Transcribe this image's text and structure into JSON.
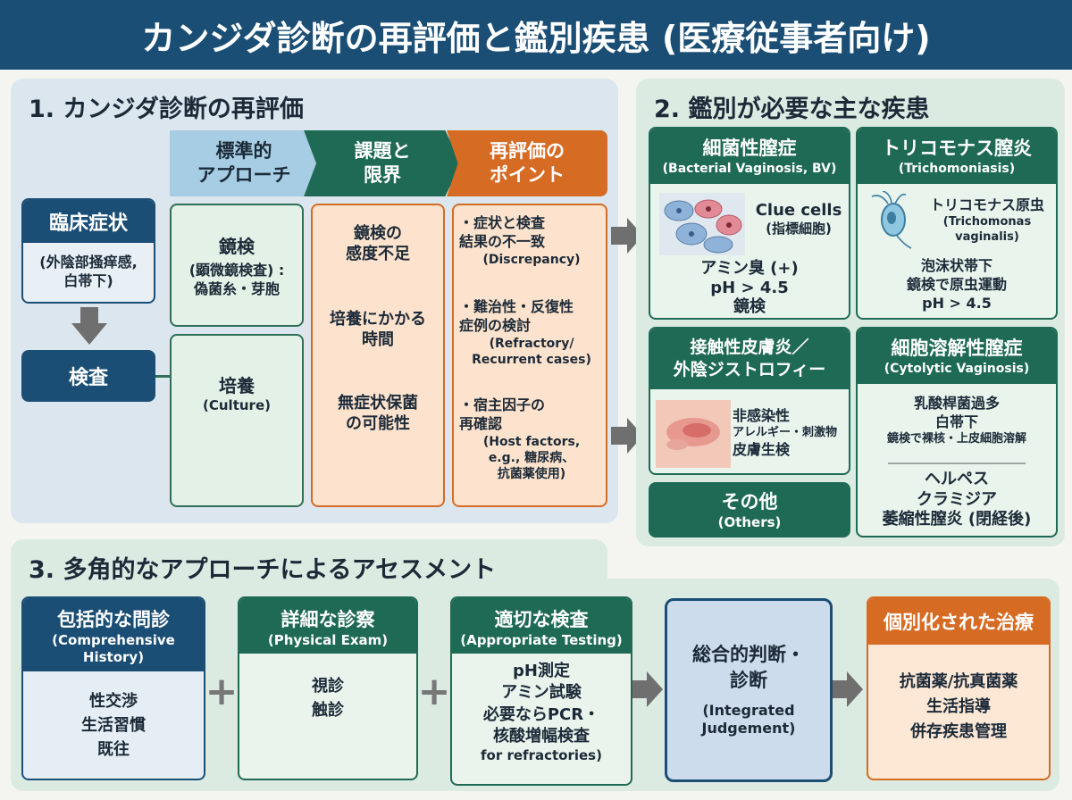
{
  "title": "カンジダ診断の再評価と鑑別疾患 (医療従事者向け)",
  "section1": {
    "title": "1. カンジダ診断の再評価",
    "chevrons": [
      "標準的\nアプローチ",
      "課題と\n限界",
      "再評価の\nポイント"
    ],
    "symptoms_title": "臨床症状",
    "symptoms_body": "(外陰部掻痒感,\n白帯下)",
    "exam_label": "検査",
    "microscopy_title": "鏡検",
    "microscopy_body": "(顕微鏡検査) :\n偽菌糸・芽胞",
    "culture_title": "培養",
    "culture_sub": "(Culture)",
    "limitations": [
      "鏡検の\n感度不足",
      "培養にかかる\n時間",
      "無症状保菌\nの可能性"
    ],
    "points": [
      {
        "main": "・症状と検査\n結果の不一致",
        "sub": "(Discrepancy)"
      },
      {
        "main": "・難治性・反復性\n症例の検討",
        "sub": "(Refractory/\nRecurrent cases)"
      },
      {
        "main": "・宿主因子の\n再確認",
        "sub": "(Host factors,\ne.g., 糖尿病、\n抗菌薬使用)"
      }
    ]
  },
  "section2": {
    "title": "2. 鑑別が必要な主な疾患",
    "bv": {
      "title": "細菌性膣症",
      "sub": "(Bacterial Vaginosis, BV)",
      "clue": "Clue cells",
      "clue_jp": "(指標細胞)",
      "body": "アミン臭 (+)\npH > 4.5\n鏡検"
    },
    "tricho": {
      "title": "トリコモナス膣炎",
      "sub": "(Trichomoniasis)",
      "organism": "トリコモナス原虫",
      "organism_en": "(Trichomonas\nvaginalis)",
      "body": "泡沫状帯下\n鏡検で原虫運動\npH > 4.5"
    },
    "contact": {
      "title": "接触性皮膚炎／\n外陰ジストロフィー",
      "l1": "非感染性",
      "l2": "アレルギー・刺激物",
      "l3": "皮膚生検"
    },
    "cytolytic": {
      "title": "細胞溶解性膣症",
      "sub": "(Cytolytic Vaginosis)",
      "l1": "乳酸桿菌過多",
      "l2": "白帯下",
      "l3": "鏡検で裸核・上皮細胞溶解",
      "others_list": "ヘルペス\nクラミジア\n萎縮性膣炎 (閉経後)"
    },
    "others": {
      "title": "その他",
      "sub": "(Others)"
    }
  },
  "section3": {
    "title": "3. 多角的なアプローチによるアセスメント",
    "history": {
      "title": "包括的な問診",
      "sub": "(Comprehensive\nHistory)",
      "body": "性交渉\n生活習慣\n既往"
    },
    "physical": {
      "title": "詳細な診察",
      "sub": "(Physical Exam)",
      "body": "視診\n触診"
    },
    "testing": {
      "title": "適切な検査",
      "sub": "(Appropriate Testing)",
      "body": "pH測定\nアミン試験\n必要ならPCR・\n核酸増幅検査",
      "body_sub": "for refractories)"
    },
    "judgement": {
      "title": "総合的判断・\n診断",
      "sub": "(Integrated\nJudgement)"
    },
    "treatment": {
      "title": "個別化された治療",
      "body": "抗菌薬/抗真菌薬\n生活指導\n併存疾患管理"
    },
    "plus": "+"
  },
  "colors": {
    "navy": "#1b4e75",
    "green": "#1f6a55",
    "orange": "#d66b24",
    "light_blue": "#a6cde4"
  }
}
